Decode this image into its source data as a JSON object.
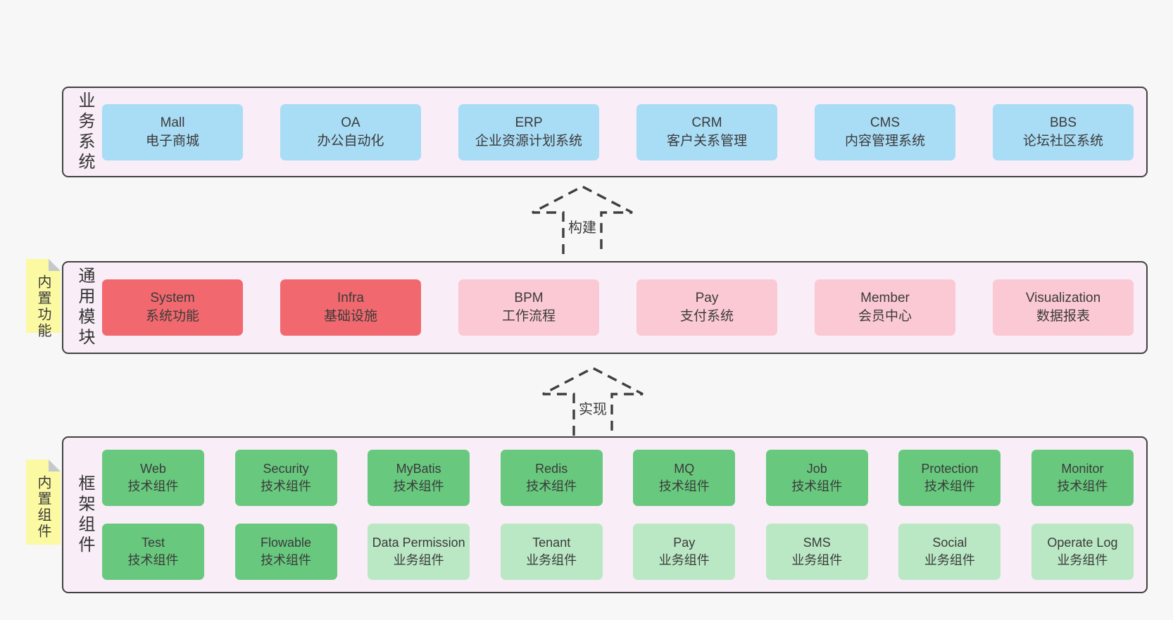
{
  "page": {
    "background": "#f7f7f7"
  },
  "colors": {
    "blue": "#a9dcf5",
    "red": "#f1696e",
    "pink": "#fbc9d3",
    "green": "#68c97e",
    "lightgreen": "#bae8c4",
    "container": "#f9edf7",
    "container_border": "#424242",
    "sticky": "#fbf9a2",
    "sticky_fold": "#c5c9cc",
    "page_background": "#f7f7f7",
    "text": "#3b3b3b"
  },
  "arrows": [
    {
      "label": "构建"
    },
    {
      "label": "实现"
    }
  ],
  "layers": [
    {
      "id": "business",
      "label": "业务系统",
      "boxes": [
        {
          "title": "Mall",
          "subtitle": "电子商城",
          "variant": "blue"
        },
        {
          "title": "OA",
          "subtitle": "办公自动化",
          "variant": "blue"
        },
        {
          "title": "ERP",
          "subtitle": "企业资源计划系统",
          "variant": "blue"
        },
        {
          "title": "CRM",
          "subtitle": "客户关系管理",
          "variant": "blue"
        },
        {
          "title": "CMS",
          "subtitle": "内容管理系统",
          "variant": "blue"
        },
        {
          "title": "BBS",
          "subtitle": "论坛社区系统",
          "variant": "blue"
        }
      ]
    },
    {
      "id": "modules",
      "label": "通用模块",
      "sticky": "内置功能",
      "boxes": [
        {
          "title": "System",
          "subtitle": "系统功能",
          "variant": "red"
        },
        {
          "title": "Infra",
          "subtitle": "基础设施",
          "variant": "red"
        },
        {
          "title": "BPM",
          "subtitle": "工作流程",
          "variant": "pink"
        },
        {
          "title": "Pay",
          "subtitle": "支付系统",
          "variant": "pink"
        },
        {
          "title": "Member",
          "subtitle": "会员中心",
          "variant": "pink"
        },
        {
          "title": "Visualization",
          "subtitle": "数据报表",
          "variant": "pink"
        }
      ]
    },
    {
      "id": "components",
      "label": "框架组件",
      "sticky": "内置组件",
      "rows": [
        [
          {
            "title": "Web",
            "subtitle": "技术组件",
            "variant": "green"
          },
          {
            "title": "Security",
            "subtitle": "技术组件",
            "variant": "green"
          },
          {
            "title": "MyBatis",
            "subtitle": "技术组件",
            "variant": "green"
          },
          {
            "title": "Redis",
            "subtitle": "技术组件",
            "variant": "green"
          },
          {
            "title": "MQ",
            "subtitle": "技术组件",
            "variant": "green"
          },
          {
            "title": "Job",
            "subtitle": "技术组件",
            "variant": "green"
          },
          {
            "title": "Protection",
            "subtitle": "技术组件",
            "variant": "green"
          },
          {
            "title": "Monitor",
            "subtitle": "技术组件",
            "variant": "green"
          }
        ],
        [
          {
            "title": "Test",
            "subtitle": "技术组件",
            "variant": "green"
          },
          {
            "title": "Flowable",
            "subtitle": "技术组件",
            "variant": "green"
          },
          {
            "title": "Data Permission",
            "subtitle": "业务组件",
            "variant": "lightgreen"
          },
          {
            "title": "Tenant",
            "subtitle": "业务组件",
            "variant": "lightgreen"
          },
          {
            "title": "Pay",
            "subtitle": "业务组件",
            "variant": "lightgreen"
          },
          {
            "title": "SMS",
            "subtitle": "业务组件",
            "variant": "lightgreen"
          },
          {
            "title": "Social",
            "subtitle": "业务组件",
            "variant": "lightgreen"
          },
          {
            "title": "Operate Log",
            "subtitle": "业务组件",
            "variant": "lightgreen"
          }
        ]
      ]
    }
  ]
}
